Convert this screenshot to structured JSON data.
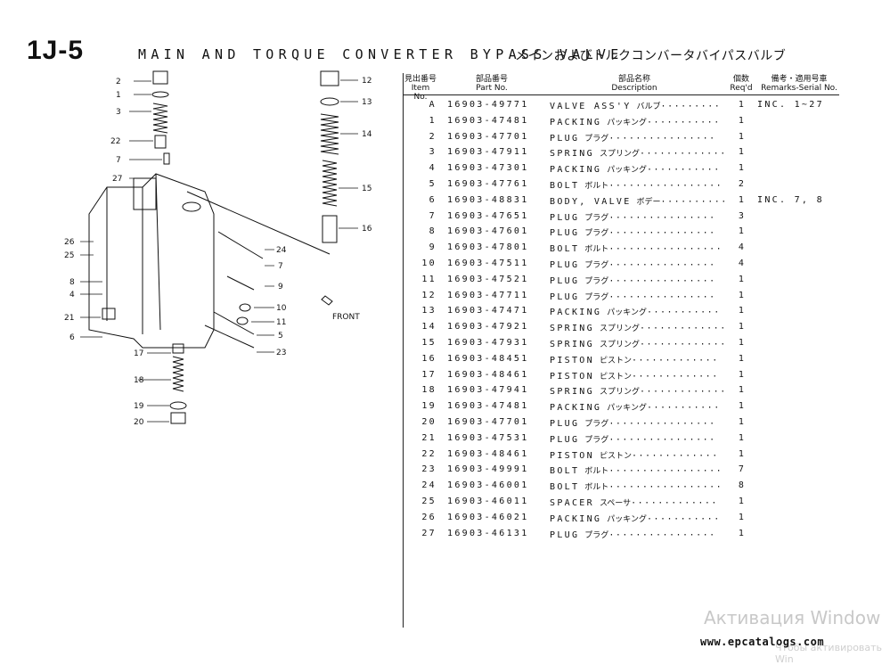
{
  "title": {
    "code": "1J-5",
    "english": "MAIN AND TORQUE CONVERTER BYPASS VALVE",
    "japanese": "メインおよびトルクコンバータバイパスバルブ"
  },
  "headers": {
    "item_jp": "見出番号",
    "item_en": "Item No.",
    "part_jp": "部品番号",
    "part_en": "Part No.",
    "desc_jp": "部品名称",
    "desc_en": "Description",
    "qty_jp": "個数",
    "qty_en": "Req'd",
    "rem_jp": "備考・適用号車",
    "rem_en": "Remarks-Serial No."
  },
  "rows": [
    {
      "item": "A",
      "part": "16903-49771",
      "desc": "VALVE ASS'Y",
      "jp": "バルブ",
      "dots": "·········",
      "qty": "1",
      "rem": "INC. 1~27"
    },
    {
      "item": "1",
      "part": "16903-47481",
      "desc": "PACKING",
      "jp": "パッキング",
      "dots": "···········",
      "qty": "1",
      "rem": ""
    },
    {
      "item": "2",
      "part": "16903-47701",
      "desc": "PLUG",
      "jp": "プラグ",
      "dots": "················",
      "qty": "1",
      "rem": ""
    },
    {
      "item": "3",
      "part": "16903-47911",
      "desc": "SPRING",
      "jp": "スプリング",
      "dots": "·············",
      "qty": "1",
      "rem": ""
    },
    {
      "item": "4",
      "part": "16903-47301",
      "desc": "PACKING",
      "jp": "パッキング",
      "dots": "···········",
      "qty": "1",
      "rem": ""
    },
    {
      "item": "5",
      "part": "16903-47761",
      "desc": "BOLT",
      "jp": "ボルト",
      "dots": "·················",
      "qty": "2",
      "rem": ""
    },
    {
      "item": "6",
      "part": "16903-48831",
      "desc": "BODY, VALVE",
      "jp": "ボデー",
      "dots": "··········",
      "qty": "1",
      "rem": "INC. 7, 8"
    },
    {
      "item": "7",
      "part": "16903-47651",
      "desc": "PLUG",
      "jp": "プラグ",
      "dots": "················",
      "qty": "3",
      "rem": ""
    },
    {
      "item": "8",
      "part": "16903-47601",
      "desc": "PLUG",
      "jp": "プラグ",
      "dots": "················",
      "qty": "1",
      "rem": ""
    },
    {
      "item": "9",
      "part": "16903-47801",
      "desc": "BOLT",
      "jp": "ボルト",
      "dots": "·················",
      "qty": "4",
      "rem": ""
    },
    {
      "item": "10",
      "part": "16903-47511",
      "desc": "PLUG",
      "jp": "プラグ",
      "dots": "················",
      "qty": "4",
      "rem": ""
    },
    {
      "item": "11",
      "part": "16903-47521",
      "desc": "PLUG",
      "jp": "プラグ",
      "dots": "················",
      "qty": "1",
      "rem": ""
    },
    {
      "item": "12",
      "part": "16903-47711",
      "desc": "PLUG",
      "jp": "プラグ",
      "dots": "················",
      "qty": "1",
      "rem": ""
    },
    {
      "item": "13",
      "part": "16903-47471",
      "desc": "PACKING",
      "jp": "パッキング",
      "dots": "···········",
      "qty": "1",
      "rem": ""
    },
    {
      "item": "14",
      "part": "16903-47921",
      "desc": "SPRING",
      "jp": "スプリング",
      "dots": "·············",
      "qty": "1",
      "rem": ""
    },
    {
      "item": "15",
      "part": "16903-47931",
      "desc": "SPRING",
      "jp": "スプリング",
      "dots": "·············",
      "qty": "1",
      "rem": ""
    },
    {
      "item": "16",
      "part": "16903-48451",
      "desc": "PISTON",
      "jp": "ピストン",
      "dots": "·············",
      "qty": "1",
      "rem": ""
    },
    {
      "item": "17",
      "part": "16903-48461",
      "desc": "PISTON",
      "jp": "ピストン",
      "dots": "·············",
      "qty": "1",
      "rem": ""
    },
    {
      "item": "18",
      "part": "16903-47941",
      "desc": "SPRING",
      "jp": "スプリング",
      "dots": "·············",
      "qty": "1",
      "rem": ""
    },
    {
      "item": "19",
      "part": "16903-47481",
      "desc": "PACKING",
      "jp": "パッキング",
      "dots": "···········",
      "qty": "1",
      "rem": ""
    },
    {
      "item": "20",
      "part": "16903-47701",
      "desc": "PLUG",
      "jp": "プラグ",
      "dots": "················",
      "qty": "1",
      "rem": ""
    },
    {
      "item": "21",
      "part": "16903-47531",
      "desc": "PLUG",
      "jp": "プラグ",
      "dots": "················",
      "qty": "1",
      "rem": ""
    },
    {
      "item": "22",
      "part": "16903-48461",
      "desc": "PISTON",
      "jp": "ピストン",
      "dots": "·············",
      "qty": "1",
      "rem": ""
    },
    {
      "item": "23",
      "part": "16903-49991",
      "desc": "BOLT",
      "jp": "ボルト",
      "dots": "·················",
      "qty": "7",
      "rem": ""
    },
    {
      "item": "24",
      "part": "16903-46001",
      "desc": "BOLT",
      "jp": "ボルト",
      "dots": "·················",
      "qty": "8",
      "rem": ""
    },
    {
      "item": "25",
      "part": "16903-46011",
      "desc": "SPACER",
      "jp": "スペーサ",
      "dots": "·············",
      "qty": "1",
      "rem": ""
    },
    {
      "item": "26",
      "part": "16903-46021",
      "desc": "PACKING",
      "jp": "パッキング",
      "dots": "···········",
      "qty": "1",
      "rem": ""
    },
    {
      "item": "27",
      "part": "16903-46131",
      "desc": "PLUG",
      "jp": "プラグ",
      "dots": "················",
      "qty": "1",
      "rem": ""
    }
  ],
  "diagram": {
    "front_label": "FRONT",
    "callouts": [
      "2",
      "1",
      "3",
      "22",
      "7",
      "27",
      "26",
      "25",
      "8",
      "4",
      "21",
      "6",
      "17",
      "18",
      "19",
      "20",
      "12",
      "13",
      "14",
      "15",
      "16",
      "24",
      "7",
      "9",
      "10",
      "11",
      "5",
      "23"
    ]
  },
  "footer": {
    "url": "www.epcatalogs.com"
  },
  "watermark": {
    "line1": "Активация Window",
    "line2": "Чтобы активировать Win"
  }
}
